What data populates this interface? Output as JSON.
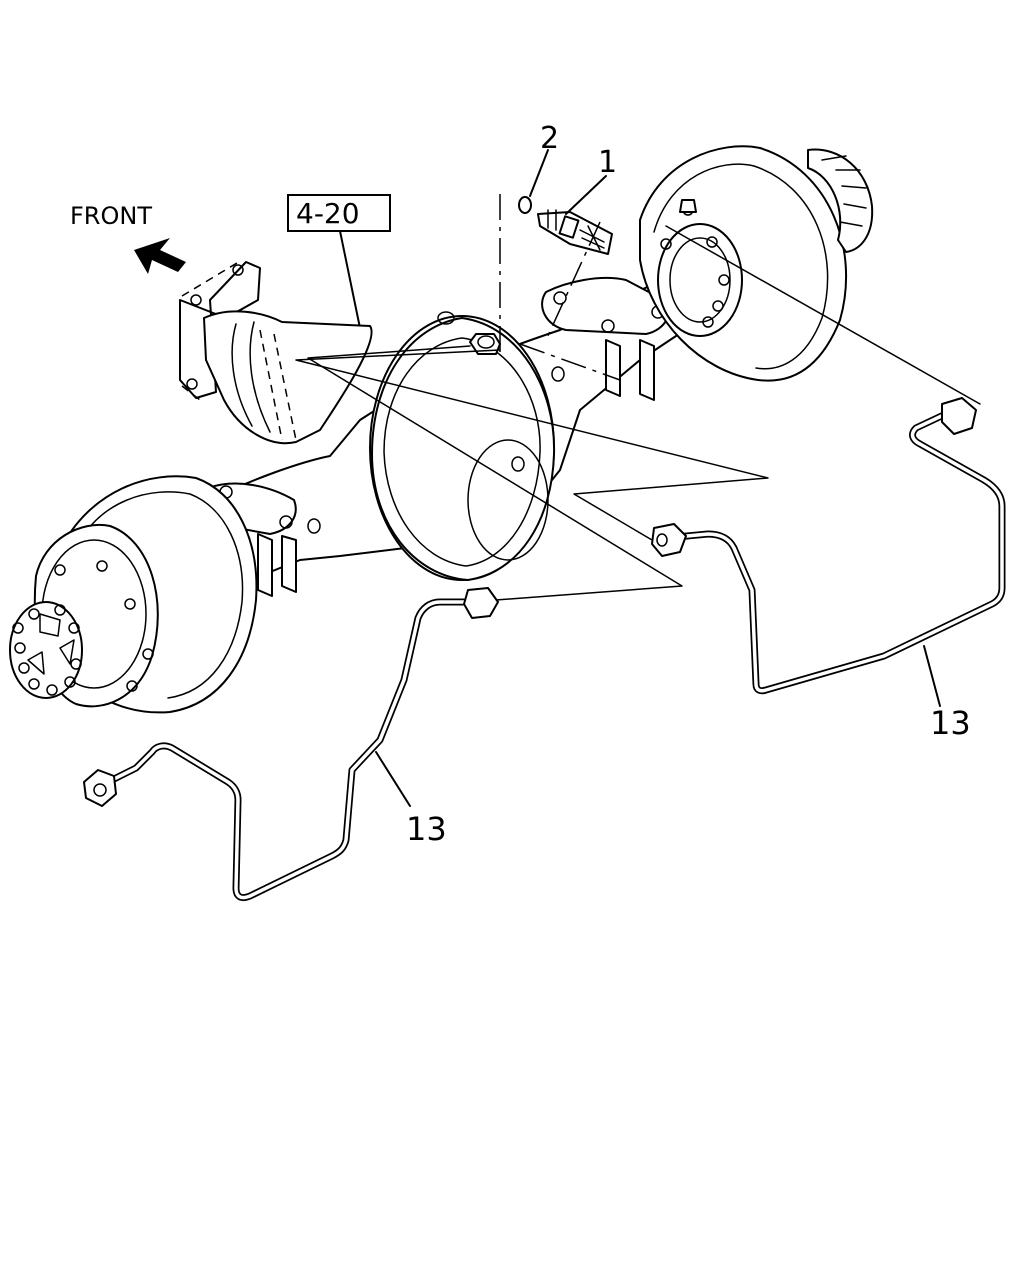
{
  "labels": {
    "front": "FRONT",
    "ref_box": "4-20",
    "callout_1": "1",
    "callout_2": "2",
    "callout_13_right": "13",
    "callout_13_left": "13"
  },
  "icons": {
    "front_arrow": "arrow-up-left-icon"
  },
  "colors": {
    "line": "#000000",
    "background": "#ffffff"
  }
}
